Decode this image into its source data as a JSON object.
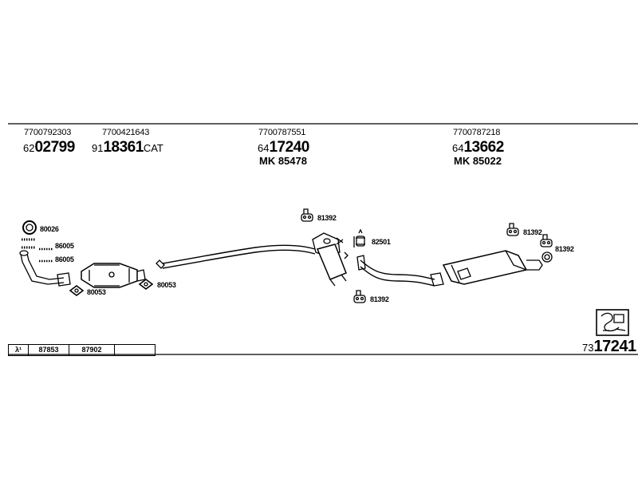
{
  "header": {
    "items": [
      {
        "oe": "7700792303",
        "prefix": "62",
        "num": "02799",
        "suffix": "",
        "mk": ""
      },
      {
        "oe": "7700421643",
        "prefix": "91",
        "num": "18361",
        "suffix": "CAT",
        "mk": ""
      },
      {
        "oe": "7700787551",
        "prefix": "64",
        "num": "17240",
        "suffix": "",
        "mk": "MK  85478"
      },
      {
        "oe": "7700787218",
        "prefix": "64",
        "num": "13662",
        "suffix": "",
        "mk": "MK  85022"
      }
    ]
  },
  "labels": {
    "l80026": "80026",
    "l86005a": "86005",
    "l86005b": "86005",
    "l80053a": "80053",
    "l80053b": "80053",
    "l81392a": "81392",
    "l82501": "82501",
    "l81392b": "81392",
    "l81392c": "81392",
    "l81392d": "81392"
  },
  "footer": {
    "lambda": "λ¹",
    "cells": [
      "87853",
      "87902"
    ],
    "drawing_prefix": "73",
    "drawing_num": "17241"
  }
}
